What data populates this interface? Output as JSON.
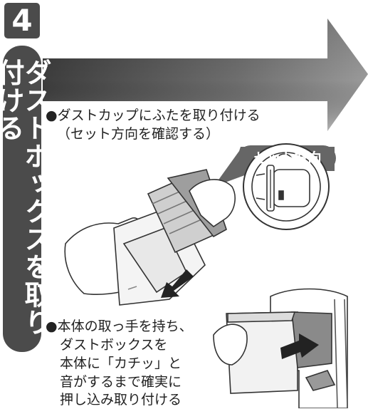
{
  "step": {
    "number": "4"
  },
  "title": "ダストボックスを取り付ける",
  "instructions": {
    "first": {
      "bullet": "●",
      "line1": "ダストカップにふたを取り付ける",
      "line2": "（セット方向を確認する）"
    },
    "callout_label": "セット方向",
    "second": {
      "bullet": "●",
      "lines": [
        "本体の取っ手を持ち、",
        "ダストボックスを",
        "本体に「カチッ」と",
        "音がするまで確実に",
        "押し込み取り付ける"
      ]
    }
  },
  "colors": {
    "badge": "#4b4b4b",
    "arrow_dark": "#3a3a3a",
    "arrow_light": "#8c8c8c",
    "callout": "#666666"
  }
}
